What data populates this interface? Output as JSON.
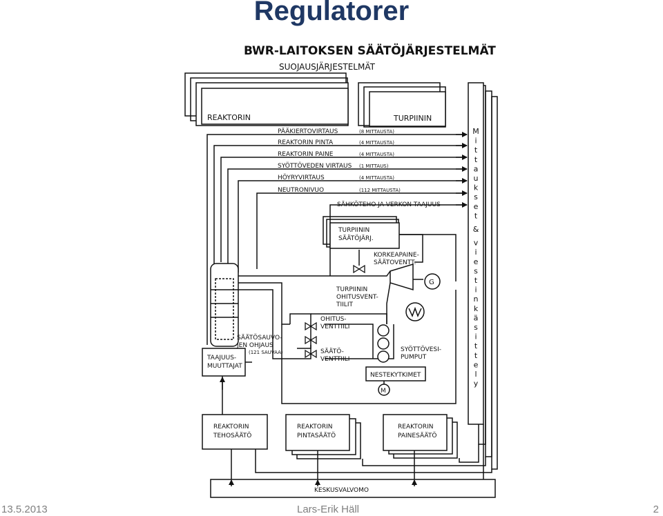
{
  "slide": {
    "title": "Regulatorer",
    "date": "13.5.2013",
    "author": "Lars-Erik Häll",
    "page": "2"
  },
  "diagram": {
    "title": "BWR-LAITOKSEN SÄÄTÖJÄRJESTELMÄT",
    "subtitle": "SUOJAUSJÄRJESTELMÄT",
    "reactor_box": "REAKTORIN",
    "turbine_box": "TURPIININ",
    "measurements": [
      {
        "label": "PÄÄKIERTOVIRTAUS",
        "count": "(8 MITTAUSTA)"
      },
      {
        "label": "REAKTORIN PINTA",
        "count": "(4 MITTAUSTA)"
      },
      {
        "label": "REAKTORIN PAINE",
        "count": "(4 MITTAUSTA)"
      },
      {
        "label": "SYÖTTÖVEDEN VIRTAUS",
        "count": "(1 MITTAUS)"
      },
      {
        "label": "HÖYRYVIRTAUS",
        "count": "(4 MITTAUSTA)"
      },
      {
        "label": "NEUTRONIVUO",
        "count": "(112 MITTAUSTA)"
      }
    ],
    "power_freq": "SÄHKÖTEHO JA VERKON TAAJUUS",
    "vertical_label": "Mittaukset & viestinkäsittely",
    "turbine_control": [
      "TURPIININ",
      "SÄÄTÖJÄRJ."
    ],
    "hp_valve": [
      "KORKEAPAINE-",
      "SÄÄTOVENTT."
    ],
    "bypass_valves": [
      "TURPIININ",
      "OHITUSVENT-",
      "TIILIT"
    ],
    "bypass_valve": [
      "OHITUS-",
      "VENTTIILI"
    ],
    "control_valve": [
      "SÄÄTÖ-",
      "VENTTIILI"
    ],
    "feed_pumps": [
      "SYÖTTÖVESI-",
      "PUMPUT"
    ],
    "level_switches": "NESTEKYTKIMET",
    "rod_control": [
      "SÄÄTÖSAUVO-",
      "JEN OHJAUS"
    ],
    "rod_count": "(121 SAUVAA)",
    "freq_converters": [
      "TAAJUUS-",
      "MUUTTAJAT"
    ],
    "generator": "G",
    "motor": "M",
    "power_control": [
      "REAKTORIN",
      "TEHOSÄÄTÖ"
    ],
    "level_control": [
      "REAKTORIN",
      "PINTASÄÄTÖ"
    ],
    "pressure_control": [
      "REAKTORIN",
      "PAINESÄÄTÖ"
    ],
    "control_room": "KESKUSVALVOMO"
  }
}
